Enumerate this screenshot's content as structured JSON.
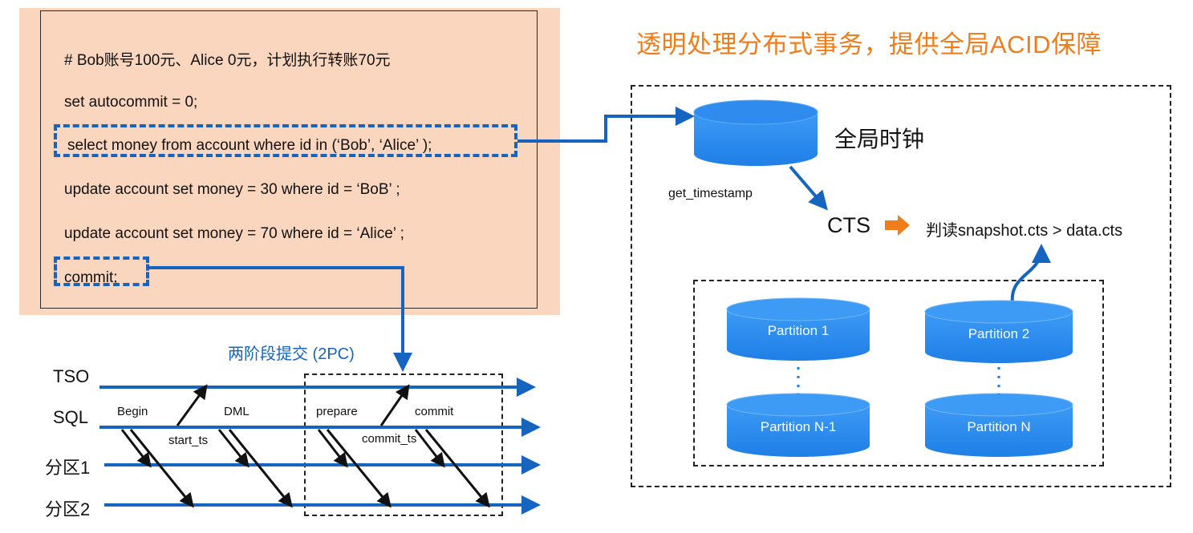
{
  "title": "透明处理分布式事务，提供全局ACID保障",
  "sql": {
    "comment": "# Bob账号100元、Alice 0元，计划执行转账70元",
    "lines": [
      "set autocommit = 0;",
      "select money from account where id in (‘Bob’, ‘Alice’ );",
      "update account set money = 30 where id = ‘BoB’ ;",
      "update account set money = 70 where id = ‘Alice’ ;",
      "commit;"
    ]
  },
  "global_clock": {
    "label": "全局时钟",
    "call": "get_timestamp",
    "cts": "CTS",
    "rule": "判读snapshot.cts > data.cts"
  },
  "partitions": [
    "Partition 1",
    "Partition 2",
    "Partition N-1",
    "Partition N"
  ],
  "two_pc": {
    "label": "两阶段提交 (2PC)",
    "lanes": [
      "TSO",
      "SQL",
      "分区1",
      "分区2"
    ],
    "steps": {
      "begin": "Begin",
      "start_ts": "start_ts",
      "dml": "DML",
      "prepare": "prepare",
      "commit_ts": "commit_ts",
      "commit": "commit"
    }
  },
  "colors": {
    "accent_orange": "#f07d1a",
    "arrow_blue": "#1565c0",
    "cylinder_blue": "#2e8ef0",
    "panel_peach": "#f9d6bd"
  }
}
